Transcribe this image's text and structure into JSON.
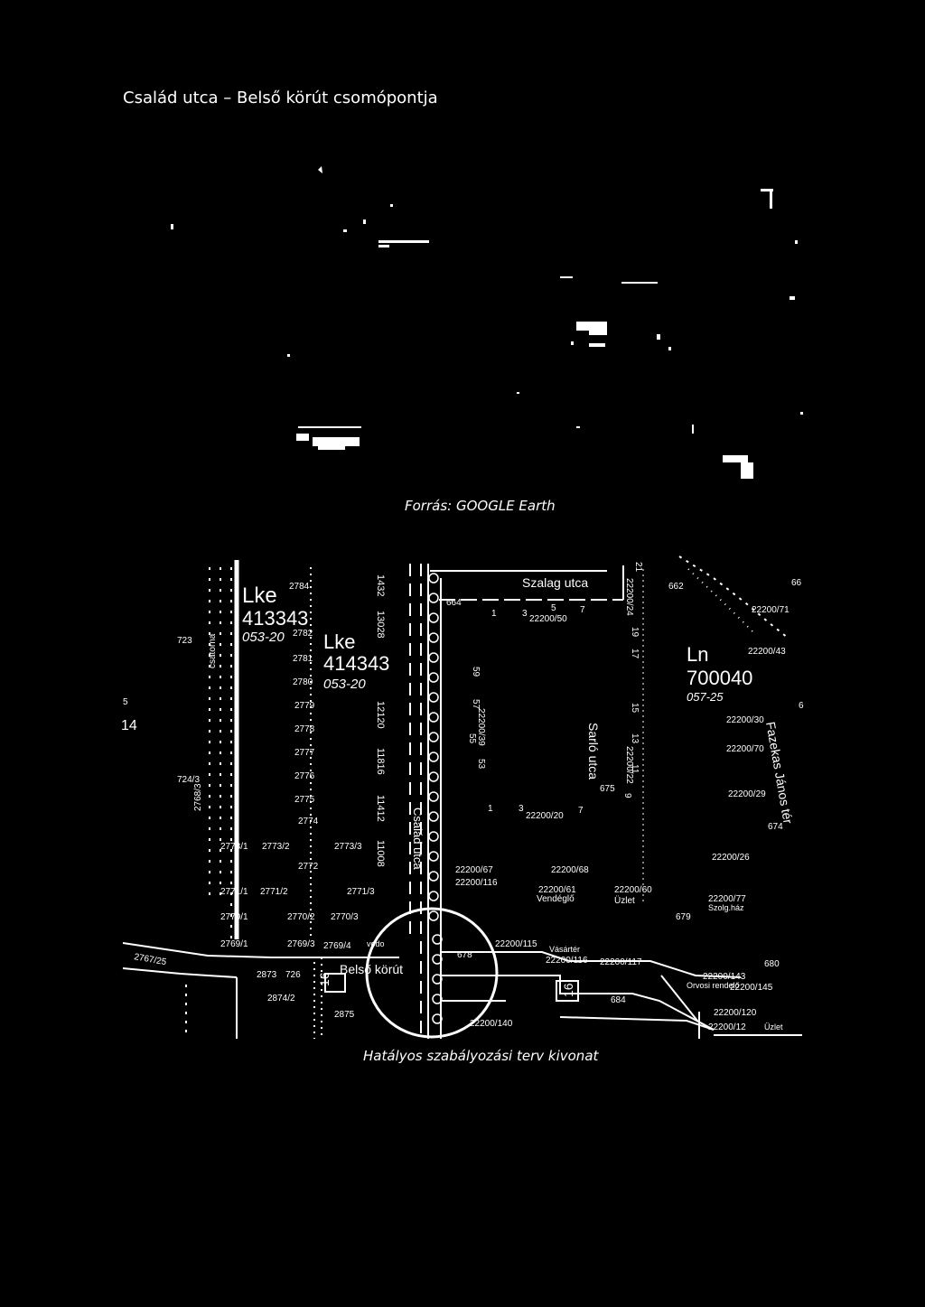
{
  "header": {
    "title": "Család utca – Belső körút csomópontja"
  },
  "captions": {
    "aerial": "Forrás: GOOGLE Earth",
    "plan": "Hatályos szabályozási terv kivonat"
  },
  "zones": [
    {
      "code": "Lke",
      "number": "413343",
      "sub": "053-20"
    },
    {
      "code": "Lke",
      "number": "414343",
      "sub": "053-20"
    },
    {
      "code": "Ln",
      "number": "700040",
      "sub": "057-25"
    }
  ],
  "streets": {
    "szalag": "Szalag utca",
    "sarlo": "Sarló utca",
    "csalad": "Család utca",
    "belso": "Belső körút",
    "fazekas": "Fazekas János tér",
    "csatorna": "csatorna"
  },
  "labels": {
    "l723": "723",
    "l14": "14",
    "l5": "5",
    "l724": "724/3",
    "l2768": "2768/3",
    "l2784": "2784",
    "l2782": "2782",
    "l2781": "2781",
    "l2780": "2780",
    "l2779": "2779",
    "l2778": "2778",
    "l2777": "2777",
    "l2776": "2776",
    "l2775": "2775",
    "l2774": "2774",
    "l2773_1": "2773/1",
    "l2773_2": "2773/2",
    "l2773_3": "2773/3",
    "l2772": "2772",
    "l2771_1": "2771/1",
    "l2771_2": "2771/2",
    "l2771_3": "2771/3",
    "l2770_1": "2770/1",
    "l2770_2": "2770/2",
    "l2770_3": "2770/3",
    "l2769_1": "2769/1",
    "l2769_3": "2769/3",
    "l2769_4": "2769/4",
    "l2767": "2767/25",
    "l2873": "2873",
    "l726": "726",
    "l2874": "2874/2",
    "l2875": "2875",
    "l1432": "1432",
    "l13028": "13028",
    "l12120": "12120",
    "l11816": "11816",
    "l11412": "11412",
    "l11008": "11008",
    "l664": "664",
    "l1": "1",
    "l3": "3",
    "l5b": "5",
    "l7": "7",
    "l22200_50": "22200/50",
    "l59": "59",
    "l57": "57",
    "l22200_39": "22200/39",
    "l55": "55",
    "l53": "53",
    "l1b": "1",
    "l3b": "3",
    "l22200_20": "22200/20",
    "l7b": "7",
    "l9": "9",
    "l22200_24": "22200/24",
    "l21": "21",
    "l19": "19",
    "l17": "17",
    "l15": "15",
    "l13": "13",
    "l22200_22": "22200/22",
    "l11": "11",
    "l675": "675",
    "l22200_67": "22200/67",
    "l22200_116b": "22200/116",
    "l22200_68": "22200/68",
    "l22200_61": "22200/61",
    "vendeglo": "Vendéglő",
    "l22200_60": "22200/60",
    "uzlet": "Üzlet",
    "l678": "678",
    "l22200_115": "22200/115",
    "vasartar": "Vásártér",
    "l22200_116": "22200/116",
    "l22200_117": "22200/117",
    "l684": "684",
    "l22200_140": "22200/140",
    "l662": "662",
    "l66": "66",
    "l22200_71": "22200/71",
    "l22200_43": "22200/43",
    "l6": "6",
    "l22200_30": "22200/30",
    "l22200_70": "22200/70",
    "l22200_29": "22200/29",
    "l674": "674",
    "l22200_26": "22200/26",
    "l22200_77": "22200/77",
    "szolghaz": "Szolg.ház",
    "l679": "679",
    "l680": "680",
    "l22200_143": "22200/143",
    "orvosi": "Orvosi rendelő",
    "l22200_145": "22200/145",
    "l22200_120": "22200/120",
    "l22200_12": "22200/12",
    "uzlet2": "Üzlet",
    "vodo": "vodo",
    "n16": "16"
  }
}
